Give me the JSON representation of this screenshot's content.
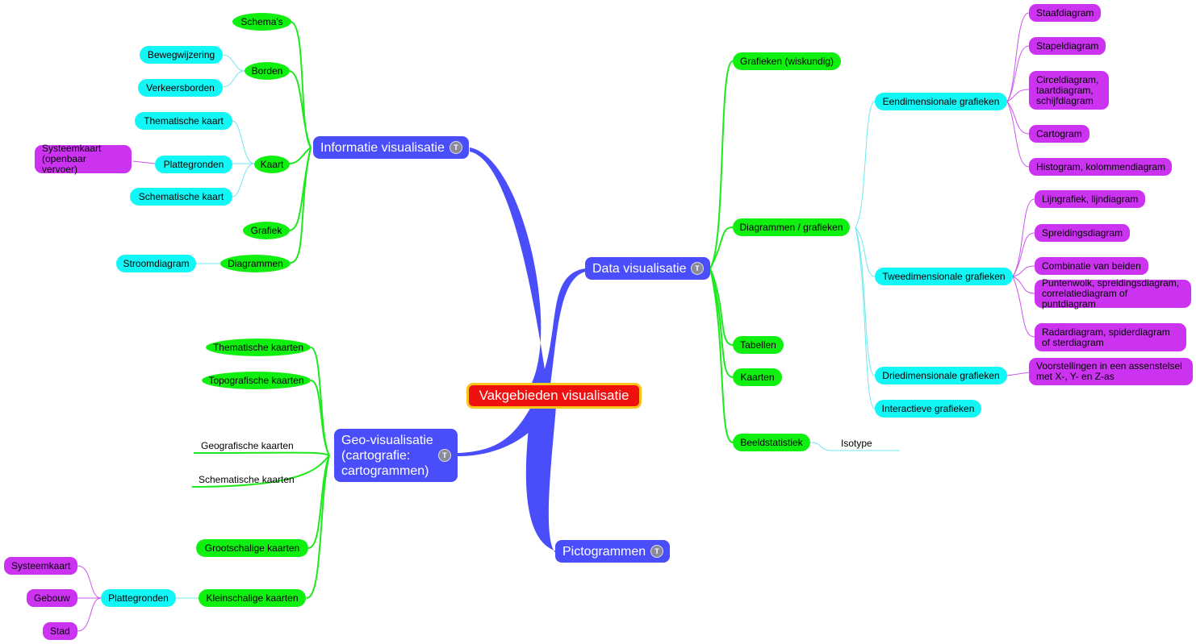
{
  "central": "Vakgebieden visualisatie",
  "topics": {
    "informatie": "Informatie visualisatie",
    "data": "Data visualisatie",
    "geo": "Geo-visualisatie (cartografie: cartogrammen)",
    "picto": "Pictogrammen"
  },
  "topic_icon_glyph": "T",
  "info": {
    "schemas": "Schema's",
    "borden": "Borden",
    "bewegwijzering": "Bewegwijzering",
    "verkeersborden": "Verkeersborden",
    "kaart": "Kaart",
    "thematische_kaart": "Thematische kaart",
    "plattegronden": "Plattegronden",
    "systeemkaart": "Systeemkaart (openbaar vervoer)",
    "schematische_kaart": "Schematische kaart",
    "grafiek": "Grafiek",
    "diagrammen": "Diagrammen",
    "stroomdiagram": "Stroomdiagram"
  },
  "data": {
    "grafieken_wiskundig": "Grafieken (wiskundig)",
    "diagrammen_grafieken": "Diagrammen / grafieken",
    "eendimensionale": "Eendimensionale grafieken",
    "staafdiagram": "Staafdiagram",
    "stapeldiagram": "Stapeldiagram",
    "circeldiagram": "Circeldiagram, taartdiagram, schijfdiagram",
    "cartogram": "Cartogram",
    "histogram": "Histogram, kolommendiagram",
    "tweedimensionale": "Tweedimensionale grafieken",
    "lijngrafiek": "Lijngrafiek, lijndiagram",
    "spreidingsdiagram": "Spreidingsdiagram",
    "combinatie": "Combinatie van beiden",
    "puntenwolk": "Puntenwolk, spreidingsdiagram, correlatiediagram of puntdiagram",
    "radardiagram": "Radardiagram, spiderdiagram of sterdiagram",
    "driedimensionale": "Driedimensionale grafieken",
    "voorstellingen": "Voorstellingen in een assenstelsel met X-, Y- en Z-as",
    "interactieve": "Interactieve grafieken",
    "tabellen": "Tabellen",
    "kaarten": "Kaarten",
    "beeldstatistiek": "Beeldstatistiek",
    "isotype": "Isotype"
  },
  "geo": {
    "thematische_kaarten": "Thematische kaarten",
    "topografische_kaarten": "Topografische kaarten",
    "geografische_kaarten": "Geografische kaarten",
    "schematische_kaarten": "Schematische kaarten",
    "grootschalige": "Grootschalige kaarten",
    "kleinschalige": "Kleinschalige kaarten",
    "plattegronden": "Plattegronden",
    "systeemkaart": "Systeemkaart",
    "gebouw": "Gebouw",
    "stad": "Stad"
  },
  "colors": {
    "topic": "#4a4dfa",
    "central": "#ef1010",
    "central_border": "#f8c61a",
    "green": "#10f010",
    "cyan": "#12f6f6",
    "purple": "#cc33f0"
  }
}
